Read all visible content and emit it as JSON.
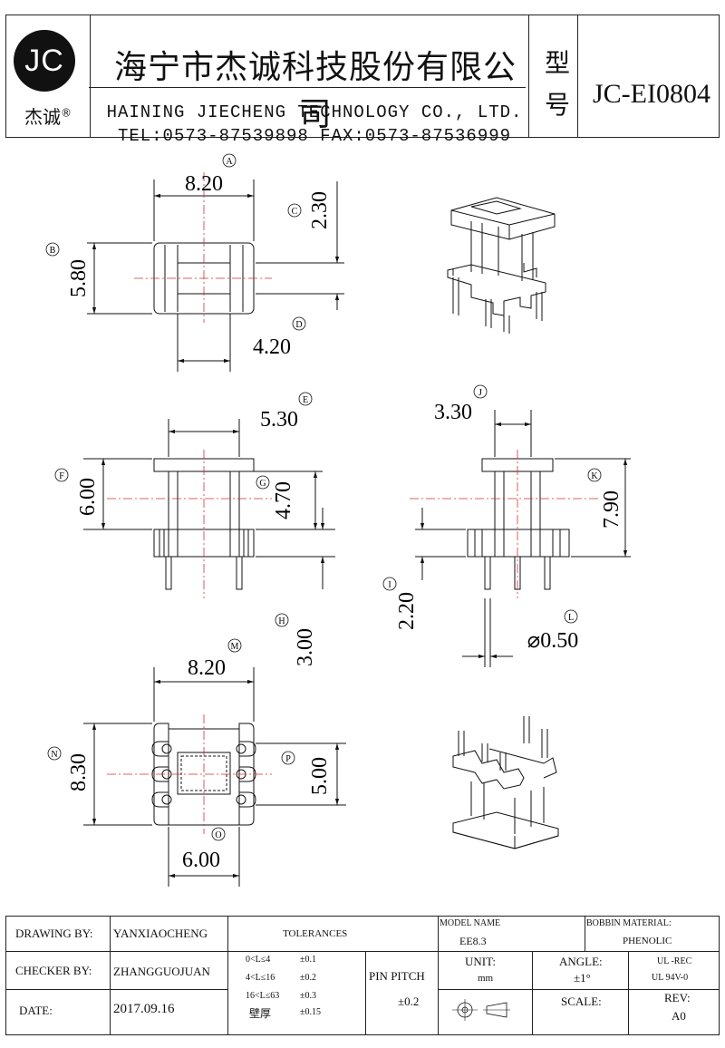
{
  "header": {
    "logo_text": "JC",
    "logo_subtitle": "杰诚",
    "logo_registered": "®",
    "company_cn": "海宁市杰诚科技股份有限公司",
    "company_en": "HAINING JIECHENG TECHNOLOGY CO., LTD.",
    "contact": "TEL:0573-87539898   FAX:0573-87536999",
    "type_label": "型号",
    "model_code": "JC-EI0804"
  },
  "dimensions": {
    "A": {
      "tag": "A",
      "value": "8.20"
    },
    "B": {
      "tag": "B",
      "value": "5.80"
    },
    "C": {
      "tag": "C",
      "value": "2.30"
    },
    "D": {
      "tag": "D",
      "value": "4.20"
    },
    "E": {
      "tag": "E",
      "value": "5.30"
    },
    "F": {
      "tag": "F",
      "value": "6.00"
    },
    "G": {
      "tag": "G",
      "value": "4.70"
    },
    "H": {
      "tag": "H",
      "value": "3.00"
    },
    "I": {
      "tag": "I",
      "value": "2.20"
    },
    "J": {
      "tag": "J",
      "value": "3.30"
    },
    "K": {
      "tag": "K",
      "value": "7.90"
    },
    "L": {
      "tag": "L",
      "value": "⌀0.50"
    },
    "M": {
      "tag": "M",
      "value": "8.20"
    },
    "N": {
      "tag": "N",
      "value": "8.30"
    },
    "O": {
      "tag": "O",
      "value": "6.00"
    },
    "P": {
      "tag": "P",
      "value": "5.00"
    }
  },
  "title_block": {
    "drawing_by_label": "DRAWING  BY:",
    "drawing_by": "YANXIAOCHENG",
    "checker_by_label": "CHECKER  BY:",
    "checker_by": "ZHANGGUOJUAN",
    "date_label": "DATE:",
    "date": "2017.09.16",
    "tolerances_label": "TOLERANCES",
    "tol_rows": [
      {
        "range": "0<L≤4",
        "tol": "±0.1"
      },
      {
        "range": "4<L≤16",
        "tol": "±0.2"
      },
      {
        "range": "16<L≤63",
        "tol": "±0.3"
      },
      {
        "range": "壁厚",
        "tol": "±0.15"
      }
    ],
    "pin_pitch_label": "PIN PITCH",
    "pin_pitch": "±0.2",
    "model_name_label": "MODEL NAME",
    "model_name": "EE8.3",
    "bobbin_material_label": "BOBBIN MATERIAL:",
    "bobbin_material": "PHENOLIC",
    "unit_label": "UNIT:",
    "unit": "mm",
    "angle_label": "ANGLE:",
    "angle": "±1°",
    "ul_rec": "UL -REC",
    "ul_rating": "UL  94V-0",
    "scale_label": "SCALE:",
    "rev_label": "REV:",
    "rev": "A0"
  }
}
